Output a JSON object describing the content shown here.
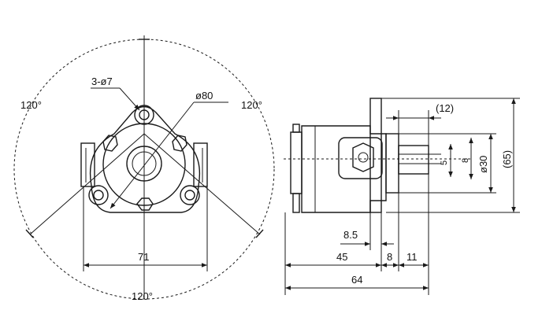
{
  "labels": {
    "holes": "3-ø7",
    "pcd": "ø80",
    "angle_left": "120°",
    "angle_right": "120°",
    "angle_bottom": "120°",
    "width_71": "71",
    "dim_12": "(12)",
    "dim_65": "(65)",
    "dia_30": "ø30",
    "dim_8v": "8",
    "dim_5": "5",
    "dim_8_5": "8.5",
    "dim_45": "45",
    "dim_8": "8",
    "dim_11": "11",
    "dim_64": "64"
  }
}
